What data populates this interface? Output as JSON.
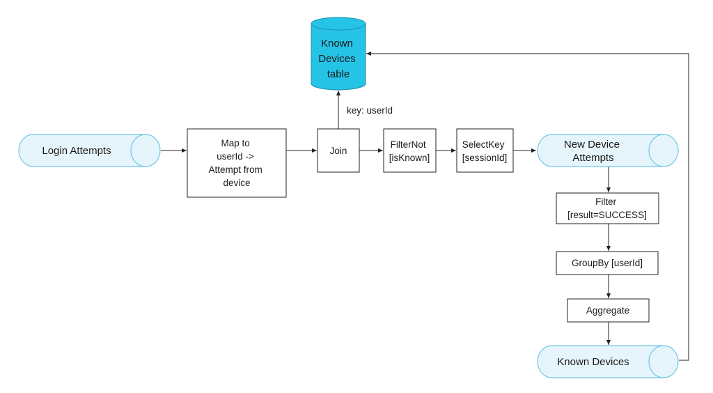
{
  "diagram": {
    "nodes": {
      "login_attempts": {
        "lines": [
          "Login Attempts"
        ]
      },
      "map_to": {
        "lines": [
          "Map to",
          "userId ->",
          "Attempt from",
          "device"
        ]
      },
      "join": {
        "lines": [
          "Join"
        ]
      },
      "filter_not": {
        "lines": [
          "FilterNot",
          "[isKnown]"
        ]
      },
      "select_key": {
        "lines": [
          "SelectKey",
          "[sessionId]"
        ]
      },
      "new_device_attempts": {
        "lines": [
          "New Device",
          "Attempts"
        ]
      },
      "filter": {
        "lines": [
          "Filter",
          "[result=SUCCESS]"
        ]
      },
      "group_by": {
        "lines": [
          "GroupBy [userId]"
        ]
      },
      "aggregate": {
        "lines": [
          "Aggregate"
        ]
      },
      "known_devices": {
        "lines": [
          "Known Devices"
        ]
      },
      "known_devices_table": {
        "lines": [
          "Known",
          "Devices",
          "table"
        ]
      }
    },
    "edge_labels": {
      "join_to_table": "key: userId"
    },
    "colors": {
      "topic_fill": "#e6f5fb",
      "topic_stroke": "#6cc6e6",
      "database_fill": "#25c3e6",
      "line": "#222222"
    }
  }
}
